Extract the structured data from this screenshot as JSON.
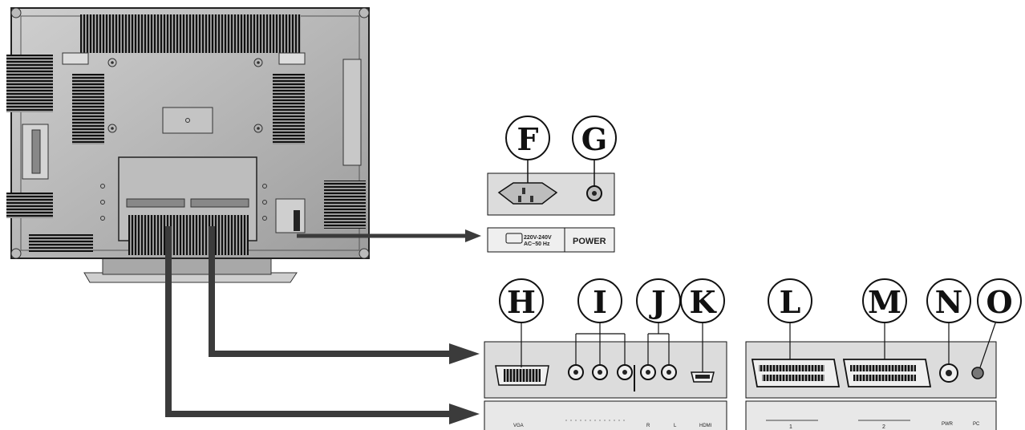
{
  "panel_power": {
    "label": "POWER",
    "spec_line1": "220V-240V",
    "spec_line2": "AC~50 Hz"
  },
  "panel_left_bottom": {
    "vga_label": "VGA",
    "hdmi_label": "HDMI",
    "audio_label": "R",
    "audio_label_right": "L"
  },
  "panel_right_bottom": {
    "scart1_label": "1",
    "scart2_label": "2",
    "power_label": "PWR",
    "pc_label": "PC"
  },
  "callouts": [
    {
      "id": "F",
      "text": "F"
    },
    {
      "id": "G",
      "text": "G"
    },
    {
      "id": "H",
      "text": "H"
    },
    {
      "id": "I",
      "text": "I"
    },
    {
      "id": "J",
      "text": "J"
    },
    {
      "id": "K",
      "text": "K"
    },
    {
      "id": "L",
      "text": "L"
    },
    {
      "id": "M",
      "text": "M"
    },
    {
      "id": "N",
      "text": "N"
    },
    {
      "id": "O",
      "text": "O"
    }
  ],
  "colors": {
    "tv_body": "#b9b9b9",
    "tv_shadow": "#8d8d8d",
    "panel_fill": "#dcdcdc",
    "arrow": "#3b3b3b",
    "outline": "#111111"
  }
}
